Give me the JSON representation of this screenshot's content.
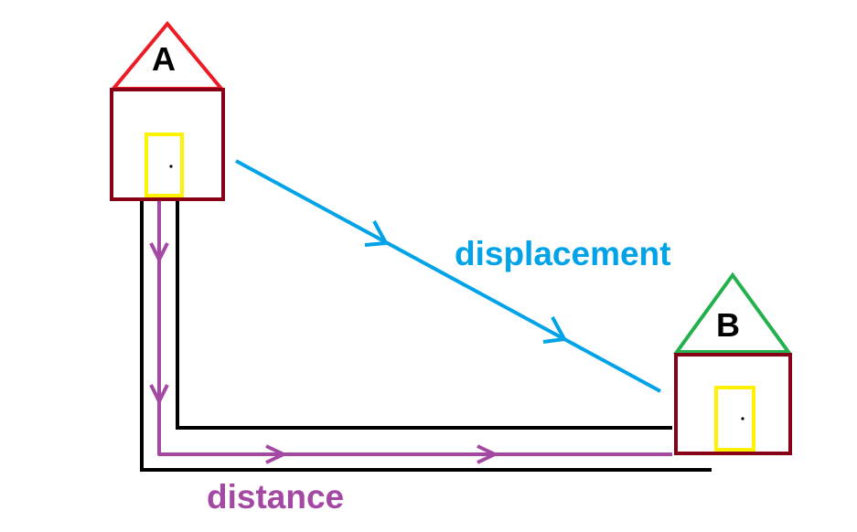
{
  "house_a": {
    "label": "A",
    "roof_color": "#ed1c24",
    "wall_color": "#880015",
    "door_color": "#fff200"
  },
  "house_b": {
    "label": "B",
    "roof_color": "#22b14c",
    "wall_color": "#880015",
    "door_color": "#fff200"
  },
  "displacement": {
    "label": "displacement",
    "color": "#00a2e8"
  },
  "distance": {
    "label": "distance",
    "color": "#a349a4"
  },
  "road_color": "#000000"
}
